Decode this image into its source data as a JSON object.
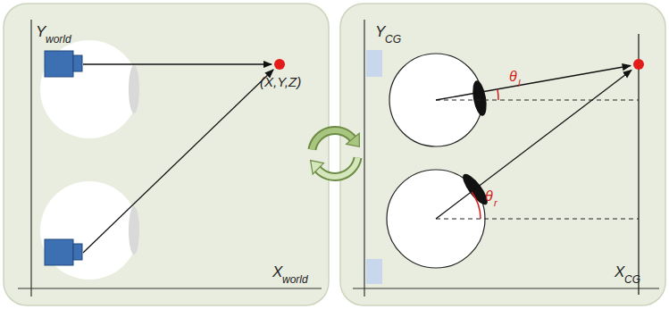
{
  "diagram": {
    "labels": [
      "Y",
      "world",
      "(X,Y,Z)",
      "X",
      "world",
      "Y",
      "CG",
      "θ",
      "l",
      "θ",
      "r",
      "X",
      "CG"
    ]
  }
}
